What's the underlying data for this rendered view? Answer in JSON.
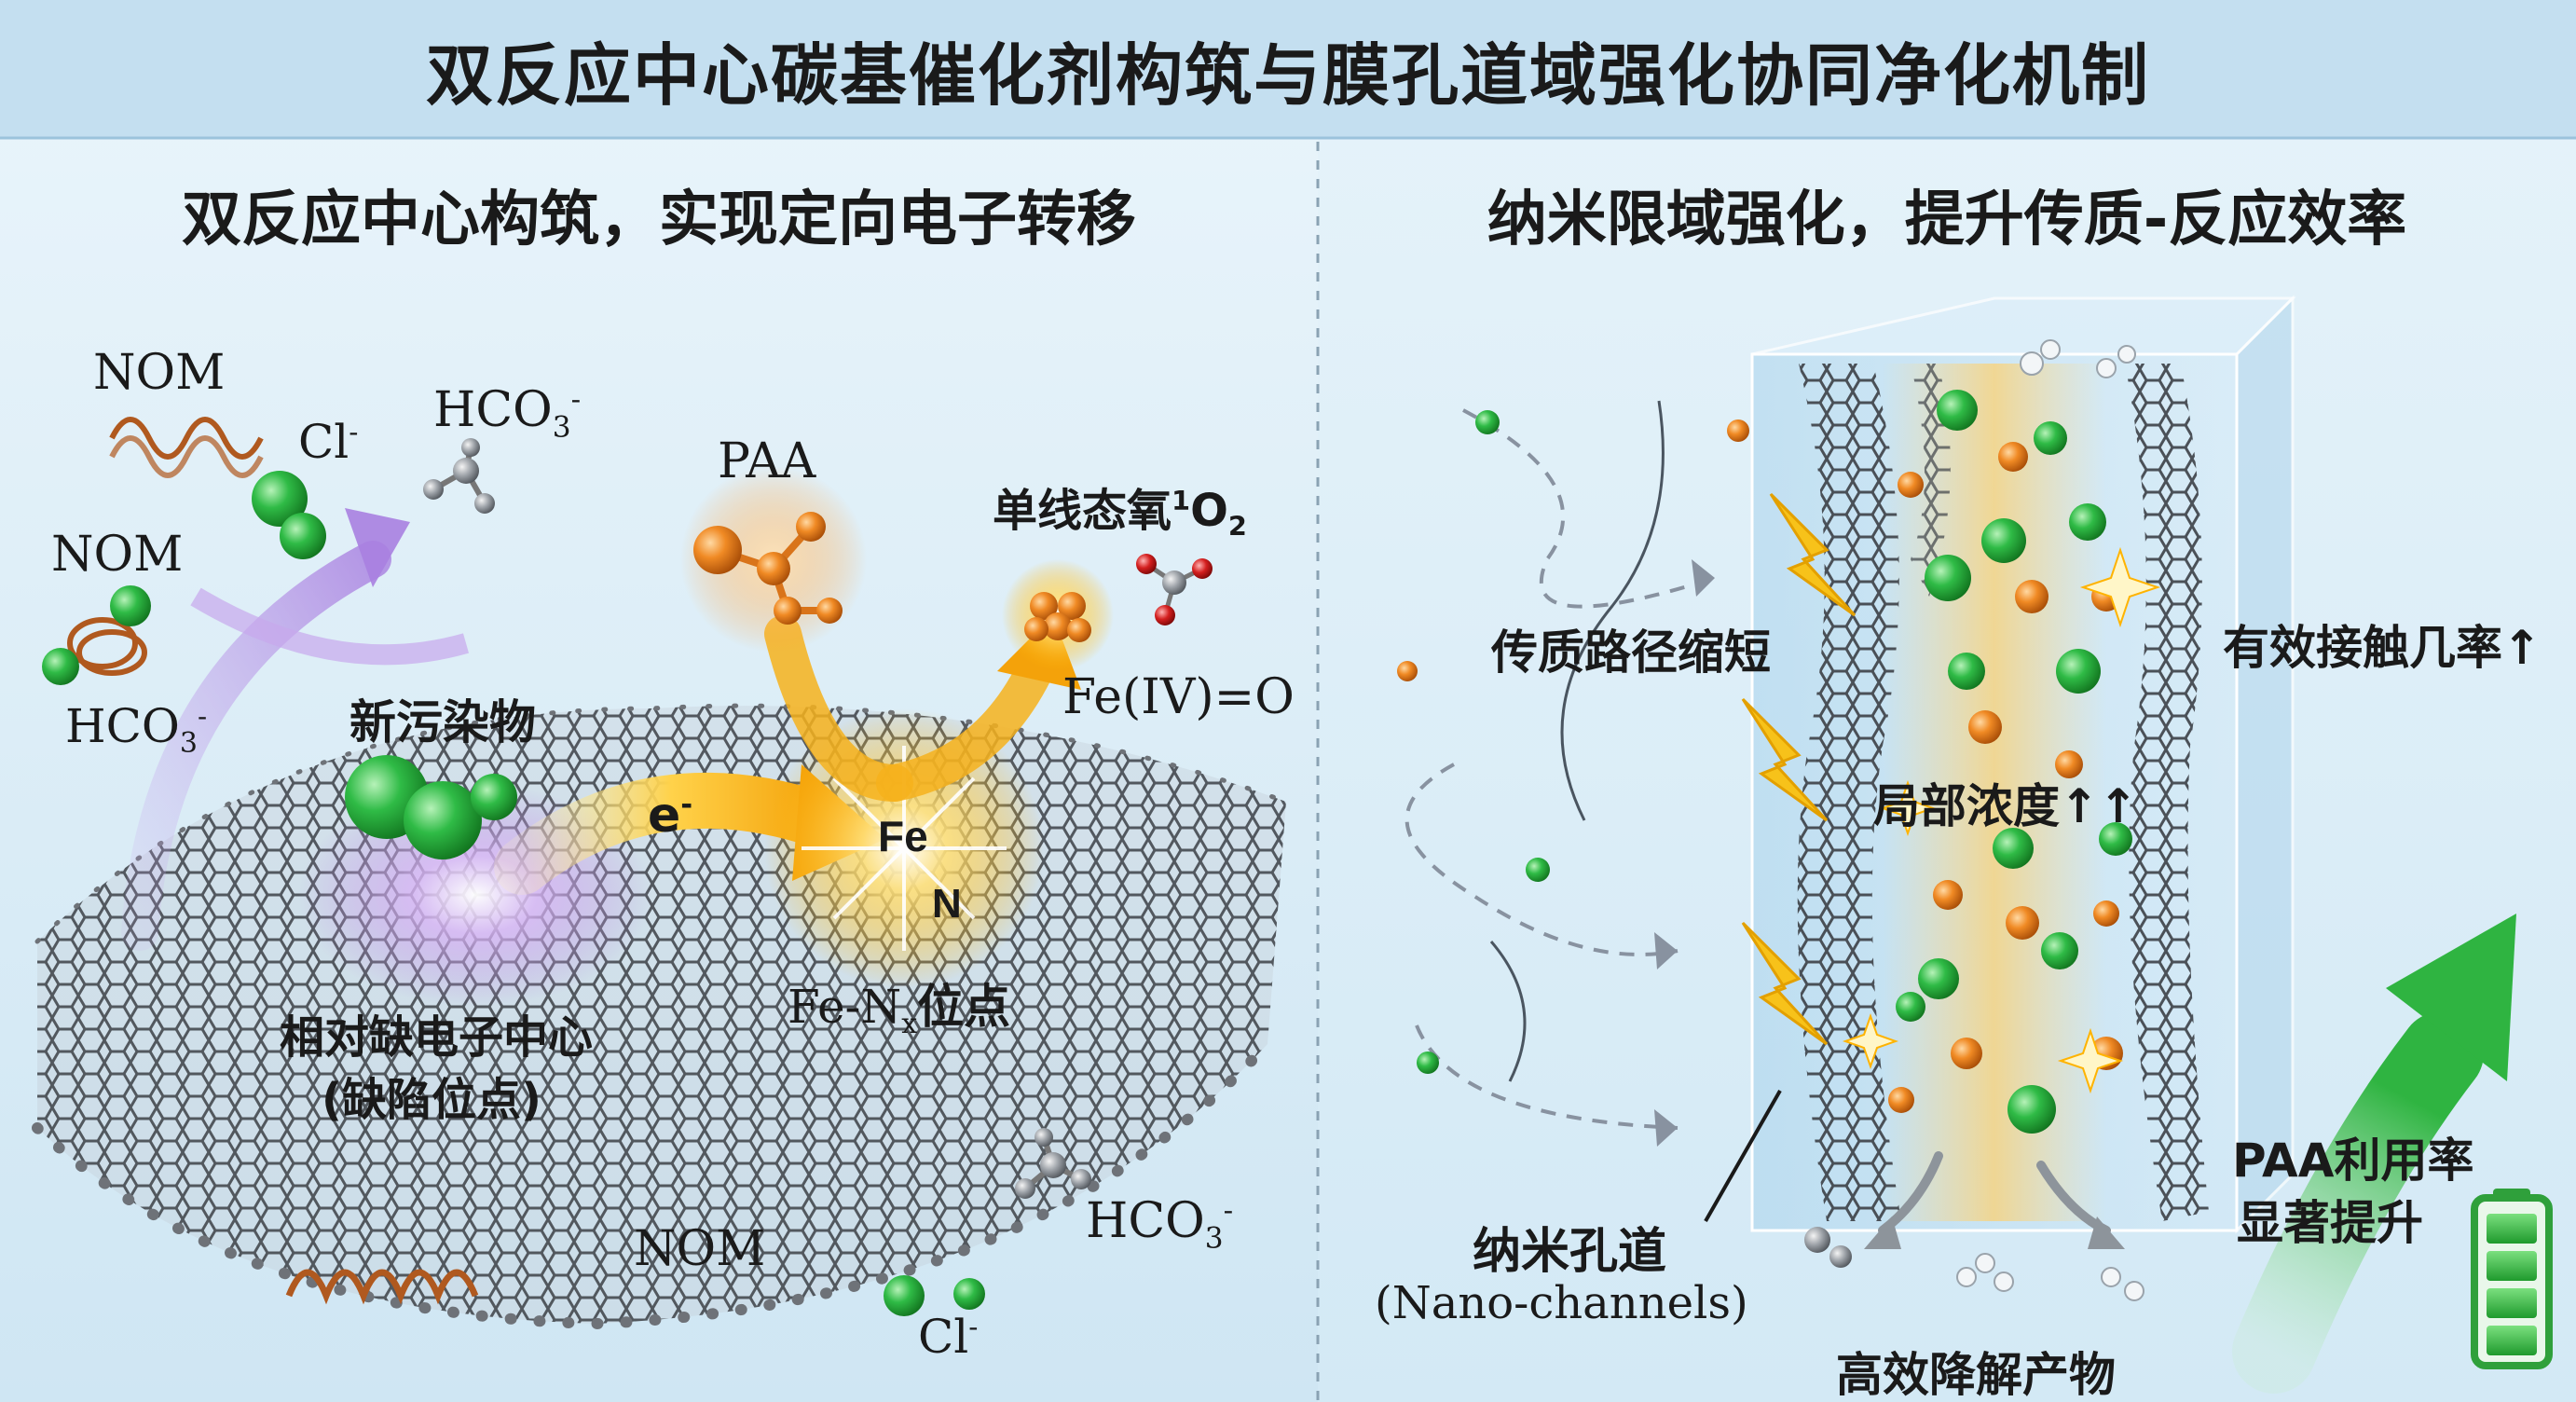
{
  "title": "双反应中心碳基催化剂构筑与膜孔道域强化协同净化机制",
  "left_panel": {
    "heading": "双反应中心构筑，实现定向电子转移",
    "nom_top": "NOM",
    "nom_mid": "NOM",
    "nom_bottom": "NOM",
    "cl_top": "Cl",
    "cl_bottom": "Cl",
    "hco3_top": "HCO",
    "hco3_mid": "HCO",
    "hco3_bottom": "HCO",
    "hco3_subscript": "3",
    "minus": "-",
    "paa": "PAA",
    "singlet_oxygen": "单线态氧",
    "singlet_sup": "1",
    "singlet_o": "O",
    "singlet_sub": "2",
    "feiv": "Fe(IV)=O",
    "new_pollutant": "新污染物",
    "electron": "e",
    "fe": "Fe",
    "n": "N",
    "fenx": "Fe-N",
    "fenx_sub": "x",
    "fenx_suffix": "位点",
    "electron_deficient_1": "相对缺电子中心",
    "electron_deficient_2": "(缺陷位点)"
  },
  "right_panel": {
    "heading": "纳米限域强化，提升传质-反应效率",
    "mass_transfer": "传质路径缩短",
    "contact": "有效接触几率↑",
    "local_conc": "局部浓度↑↑",
    "nanochannel_cn": "纳米孔道",
    "nanochannel_en": "(Nano-channels)",
    "products": "高效降解产物",
    "paa_util_1": "PAA利用率",
    "paa_util_2": "显著提升"
  },
  "colors": {
    "background": "#d9ecf6",
    "title_bar": "#c4dff0",
    "pollutant_green": "#2db84a",
    "paa_orange": "#f08a24",
    "electron_arrow": "#f6b21c",
    "purple_glow": "#b98be0",
    "graphene_gray": "#6e7278",
    "battery_green": "#3cc24a"
  }
}
